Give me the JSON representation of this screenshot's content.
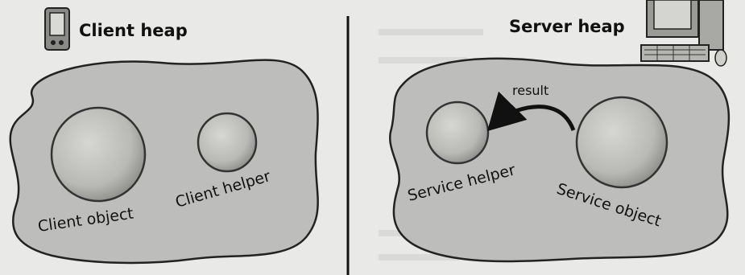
{
  "client": {
    "heap_title": "Client heap",
    "object_label": "Client object",
    "helper_label": "Client helper"
  },
  "server": {
    "heap_title": "Server heap",
    "helper_label": "Service helper",
    "object_label": "Service object",
    "return_label": "result"
  },
  "colors": {
    "paper": "#e9e9e7",
    "heap_fill": "#bdbdbb",
    "sphere": "#bcbcb9",
    "ink": "#111111"
  },
  "icons": {
    "client_device": "pda-icon",
    "server_device": "desktop-computer-icon"
  }
}
